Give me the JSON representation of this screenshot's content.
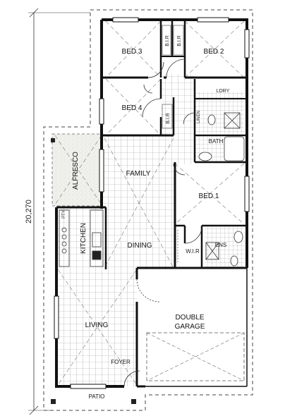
{
  "dimension": {
    "text": "20,270"
  },
  "rooms": {
    "bed3": "BED 3",
    "bed2": "BED 2",
    "bed4": "BED 4",
    "bed1": "BED 1",
    "family": "FAMILY",
    "dining": "DINING",
    "kitchen": "KITCHEN",
    "alfresco": "ALFRESCO",
    "living": "LIVING",
    "garage_line1": "DOUBLE",
    "garage_line2": "GARAGE",
    "foyer": "FOYER",
    "patio": "PATIO"
  },
  "fixtures": {
    "bir_left": "B.I.R",
    "bir_right": "B.I.R",
    "bir_bed4": "B.I.R",
    "wir": "W.I.R",
    "ens": "ENS",
    "bath": "BATH",
    "ldry": "LDRY",
    "linen": "LINEN",
    "pantry": "PTY"
  }
}
